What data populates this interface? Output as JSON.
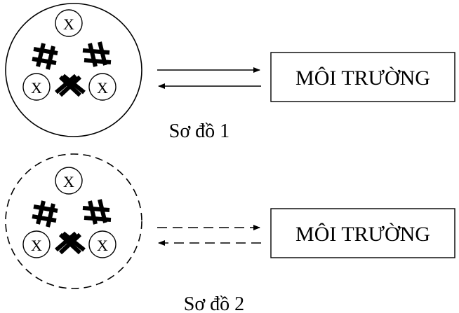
{
  "diagram_1": {
    "caption": "Sơ đồ 1",
    "node_label": "X",
    "environment_label": "MÔI TRƯỜNG",
    "boundary_style": "solid"
  },
  "diagram_2": {
    "caption": "Sơ đồ 2",
    "node_label": "X",
    "environment_label": "MÔI TRƯỜNG",
    "boundary_style": "dashed"
  }
}
